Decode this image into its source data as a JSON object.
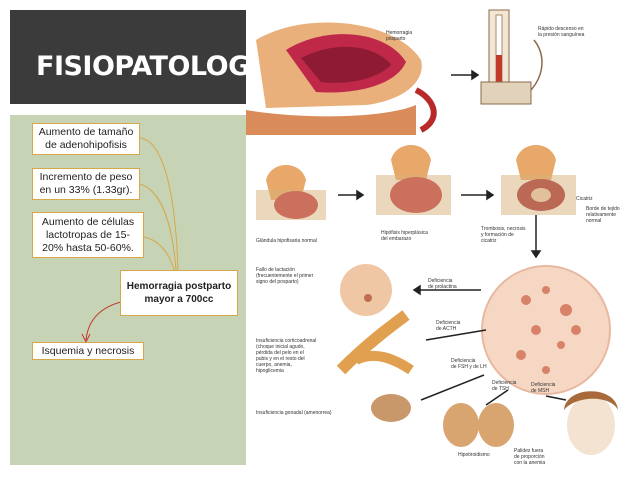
{
  "slide": {
    "title": "FISIOPATOLOGÍA",
    "boxes": [
      "Aumento de tamaño de adenohipofisis",
      "Incremento de peso en un 33% (1.33gr).",
      "Aumento de células lactotropas de 15-20% hasta 50-60%.",
      "Hemorragia postparto mayor a 700cc",
      "Isquemia y necrosis"
    ]
  },
  "figure": {
    "labels": {
      "hemorragia": "Hemorragia\nposparto",
      "presion": "Rápido descenso en\nla presión sanguínea",
      "glandula": "Glándula hipofisaria normal",
      "hiperplasica": "Hipófisis hiperplásica\ndel embarazo",
      "trombosis": "Trombosis, necrosis\ny formación de\ncicatriz",
      "cicatriz": "Cicatriz",
      "borde": "Borde de tejido\nrelativamente\nnormal",
      "fallo": "Fallo de lactación\n(frecuentemente el primer\nsigno del posparto)",
      "prolactina": "Deficiencia\nde prolactina",
      "acth": "Deficiencia\nde ACTH",
      "corticoadrenal": "Insuficiencia corticoadrenal\n(choque inicial agudo,\npérdida del pelo en el\npubis y en el resto del\ncuerpo, anemia,\nhipoglicemia",
      "fsh": "Deficiencia\nde FSH y de LH",
      "tsh": "Deficiencia\nde TSH",
      "msh": "Deficiencia\nde MSH",
      "gonadal": "Insuficiencia gonadal (amenorrea)",
      "hipotiroidismo": "Hipotiroidismo",
      "palidez": "Palidez fuera\nde proporción\ncon la anemia"
    }
  },
  "colors": {
    "title_band": "#3b3b3b",
    "left_panel": "#c7d3b5",
    "box_border": "#d6a84a",
    "connector": "#d6a84a",
    "arrow_red": "#c0392b"
  }
}
